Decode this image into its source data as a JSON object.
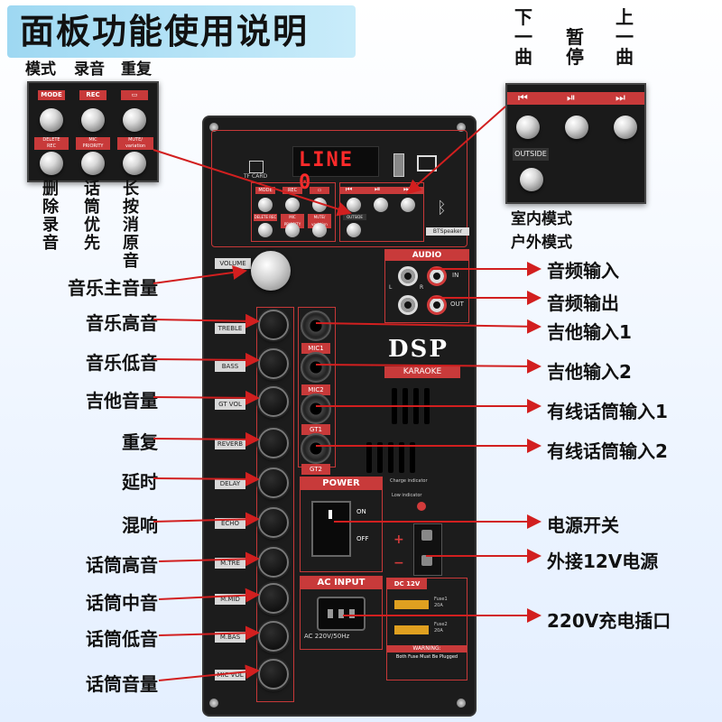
{
  "title": "面板功能使用说明",
  "top_left": {
    "labels_top": [
      "模式",
      "录音",
      "重复"
    ],
    "panel_top": [
      "MODE",
      "REC",
      "▭"
    ],
    "panel_mid": [
      "DELETE\nREC",
      "MIC\nPRIORITY",
      "MUTE/\nvariation"
    ],
    "labels_bottom": [
      "删除录音",
      "话筒优先",
      "长按消原音"
    ]
  },
  "top_right": {
    "labels_top": [
      "下一曲",
      "暂停",
      "上一曲"
    ],
    "panel_top": [
      "⏮",
      "⏯",
      "⏭"
    ],
    "outside": "OUTSIDE",
    "mode_labels": [
      "室内模式",
      "户外模式"
    ]
  },
  "left_labels": [
    "音乐主音量",
    "音乐高音",
    "音乐低音",
    "吉他音量",
    "重复",
    "延时",
    "混响",
    "话筒高音",
    "话筒中音",
    "话筒低音",
    "话筒音量"
  ],
  "right_labels": [
    "音频输入",
    "音频输出",
    "吉他输入1",
    "吉他输入2",
    "有线话筒输入1",
    "有线话筒输入2",
    "电源开关",
    "外接12V电源",
    "220V充电插口"
  ],
  "board": {
    "display": "LINE 0",
    "tf_card": "TF CARD",
    "bt_speaker": "BTSpeaker",
    "volume": "VOLUME",
    "knob_labels": [
      "TREBLE",
      "BASS",
      "GT VOL",
      "REVERB",
      "DELAY",
      "ECHO",
      "M.TRE",
      "M.MID",
      "M.BAS",
      "MIC VOL"
    ],
    "audio": "AUDIO",
    "in": "IN",
    "out": "OUT",
    "l": "L",
    "r": "R",
    "jack_labels": [
      "MIC1",
      "MIC2",
      "GT1",
      "GT2"
    ],
    "dsp": "DSP",
    "karaoke": "KARAOKE",
    "power": "POWER",
    "on": "ON",
    "off": "OFF",
    "ac_input": "AC INPUT",
    "ac_spec": "AC 220V/50Hz",
    "dc": "DC 12V",
    "fuse1": "Fuse1\n20A",
    "fuse2": "Fuse2\n20A",
    "warning": "WARNING:",
    "warning_text": "Both Fuse Must Be Plugged",
    "charge_indicator": "Charge indicator",
    "low_indicator": "Low indicator",
    "mode_btns": [
      "MODE",
      "REC",
      "▭"
    ],
    "mode_btns2": [
      "DELETE REC",
      "MIC PRIORITY",
      "MUTE/ variation"
    ],
    "play_btns": [
      "⏮",
      "⏯",
      "⏭"
    ],
    "outside": "OUTSIDE",
    "plus": "+",
    "minus": "−"
  }
}
